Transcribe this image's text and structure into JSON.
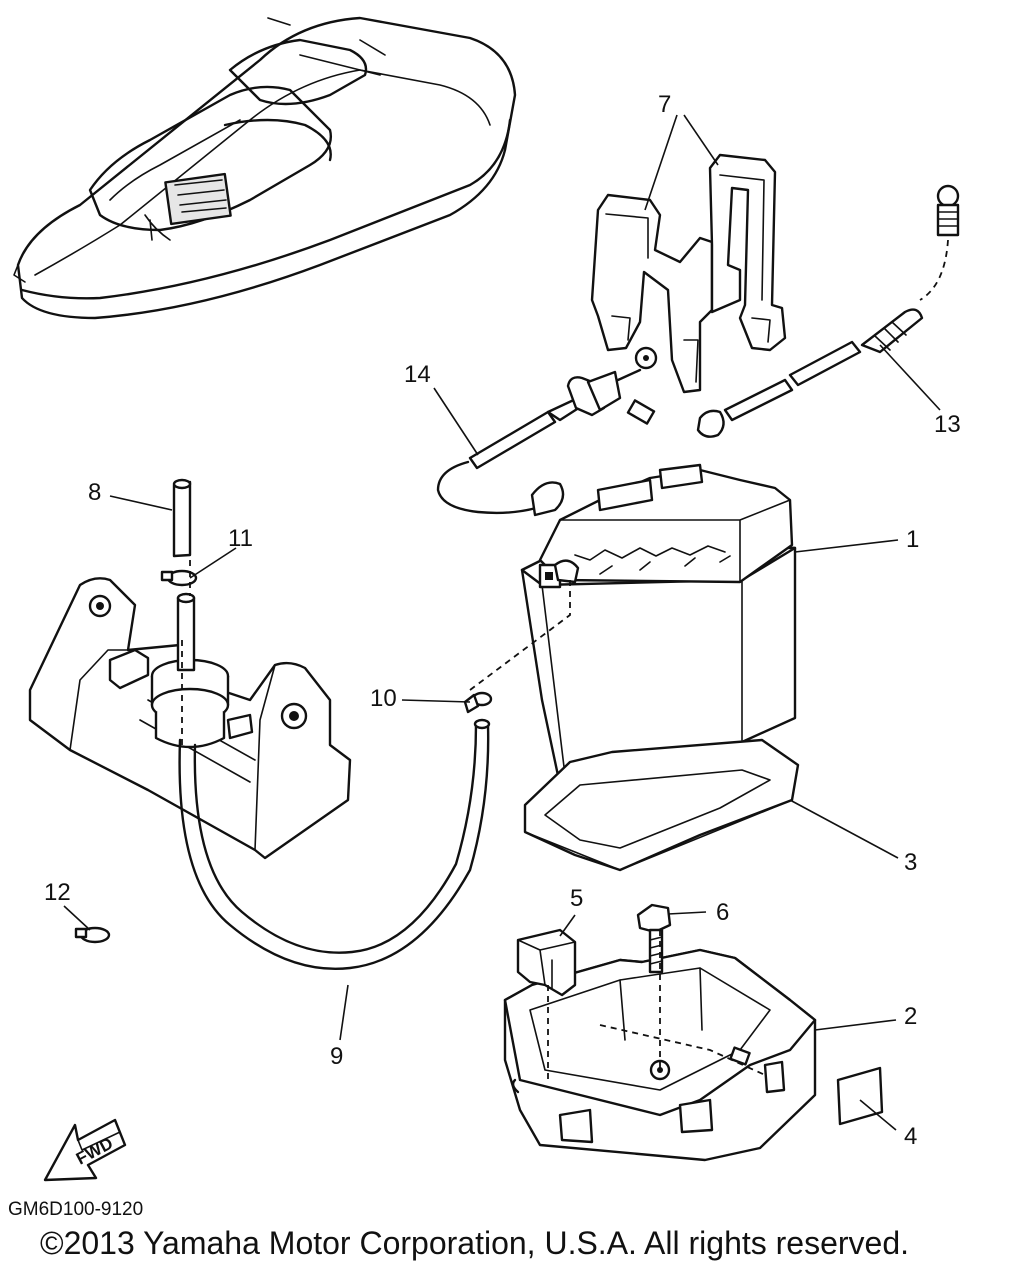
{
  "diagram_code": "GM6D100-9120",
  "copyright": "©2013 Yamaha Motor Corporation, U.S.A. All rights reserved.",
  "fwd_label": "FWD",
  "callouts": {
    "c1": "1",
    "c2": "2",
    "c3": "3",
    "c4": "4",
    "c5": "5",
    "c6": "6",
    "c7": "7",
    "c8": "8",
    "c9": "9",
    "c10": "10",
    "c11": "11",
    "c12": "12",
    "c13": "13",
    "c14": "14"
  }
}
